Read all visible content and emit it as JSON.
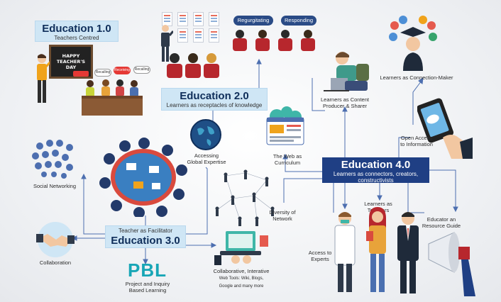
{
  "education_1": {
    "title": "Education 1.0",
    "subtitle": "Teachers Centred"
  },
  "education_2": {
    "title": "Education 2.0",
    "subtitle": "Learners as receptacles of knowledge"
  },
  "education_3": {
    "title": "Education 3.0",
    "subtitle": "Teacher as Facilitator"
  },
  "education_4": {
    "title": "Education 4.0",
    "subtitle_line1": "Learners as connectors, creators,",
    "subtitle_line2": "constructivists"
  },
  "pills": {
    "regurgitating": "Regurgitating",
    "responding": "Responding"
  },
  "board": {
    "line1": "HAPPY",
    "line2": "TEACHER'S DAY"
  },
  "bubbles": {
    "b1": "Recalling",
    "b2": "Receiving",
    "b3": "Recalling"
  },
  "pbl": "PBL",
  "labels": {
    "connection_maker": "Learners as Connection-Maker",
    "content_producer_1": "Learners as Content",
    "content_producer_2": "Producer & Sharer",
    "open_access_1": "Open Access",
    "open_access_2": "to Information",
    "web_curriculum_1": "The Web as",
    "web_curriculum_2": "Curriculum",
    "global_expertise_1": "Accessing",
    "global_expertise_2": "Global Expertise",
    "social_networking": "Social Networking",
    "diversity_1": "Diversity of",
    "diversity_2": "Network",
    "learners_teachers_1": "Learners as",
    "learners_teachers_2": "Teachers",
    "resource_guide_1": "Educator an",
    "resource_guide_2": "Resource Guide",
    "access_experts_1": "Access to",
    "access_experts_2": "Experts",
    "collaboration": "Collaboration",
    "pbl_1": "Project and Inquiry",
    "pbl_2": "Based Learning",
    "collab_1": "Collaborative, Interative",
    "collab_2": "Web Tools: Wiki, Blogs,",
    "collab_3": "Google and many more"
  },
  "colors": {
    "title_box": "#cfe6f5",
    "title_text": "#0f2e5a",
    "edu4_box": "#1f3f84",
    "pill": "#2a4b86",
    "pbl": "#18a6b6",
    "connector": "#4d6fb0"
  },
  "icons": [
    "teacher-figure",
    "chalkboard",
    "student-audience",
    "quiz-cards",
    "graduate-icon",
    "student-laptop",
    "smartphone-icon",
    "web-browser-icon",
    "globe-icon",
    "social-network-icon",
    "meeting-table",
    "people-network",
    "handshake-icon",
    "laptop-collab-icon",
    "doctor-figure",
    "student-girl-figure",
    "businessman-figure",
    "megaphone-icon"
  ]
}
